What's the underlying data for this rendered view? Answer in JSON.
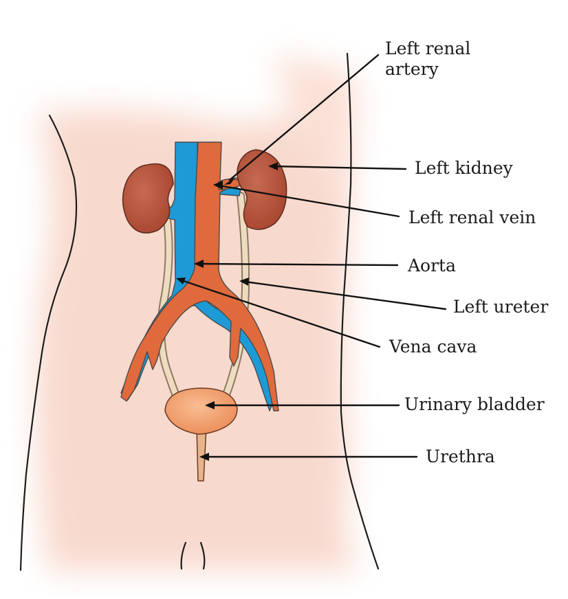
{
  "labels": {
    "left_renal_artery": [
      "Left renal",
      "artery"
    ],
    "left_kidney": "Left kidney",
    "left_renal_vein": "Left renal vein",
    "aorta": "Aorta",
    "left_ureter": "Left ureter",
    "vena_cava": "Vena cava",
    "urinary_bladder": "Urinary bladder",
    "urethra": "Urethra"
  },
  "colors": {
    "skin_shade": "#f6cdbd",
    "body_outline": "#1c1c1c",
    "kidney": "#b5523c",
    "artery": "#e06a3c",
    "vein": "#1e9ad6",
    "ureter": "#efdcc0",
    "bladder": "#f2a270",
    "pointer": "#111111"
  }
}
